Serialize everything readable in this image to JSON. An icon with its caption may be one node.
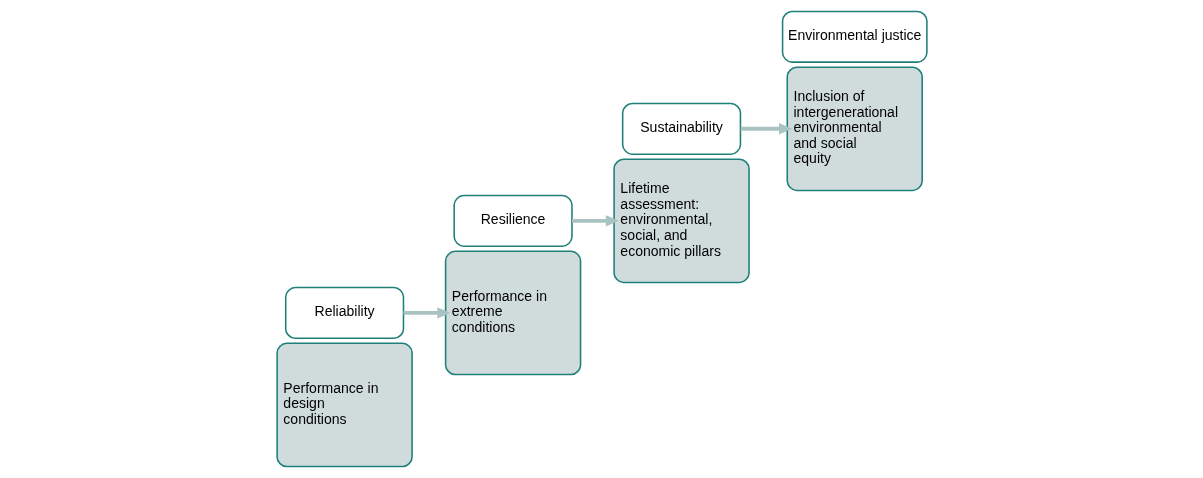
{
  "diagram": {
    "nodes": [
      {
        "text": [
          "Performance in design conditions"
        ]
      },
      {
        "text": [
          "Reliability"
        ]
      },
      {
        "text": [
          "Performance in extreme conditions"
        ]
      },
      {
        "text": [
          "Resilience"
        ]
      },
      {
        "text": [
          "Lifetime assessment: environmental, social, and economic pillars"
        ]
      },
      {
        "text": [
          "Sustainability"
        ]
      },
      {
        "text": [
          "Inclusion of intergenerational environmental and social equity"
        ]
      },
      {
        "text": [
          "Environmental justice"
        ]
      }
    ],
    "edges": [
      {
        "from": 1,
        "to": 2,
        "arrow": "to"
      },
      {
        "from": 3,
        "to": 4,
        "arrow": "to"
      },
      {
        "from": 5,
        "to": 6,
        "arrow": "to"
      }
    ]
  }
}
